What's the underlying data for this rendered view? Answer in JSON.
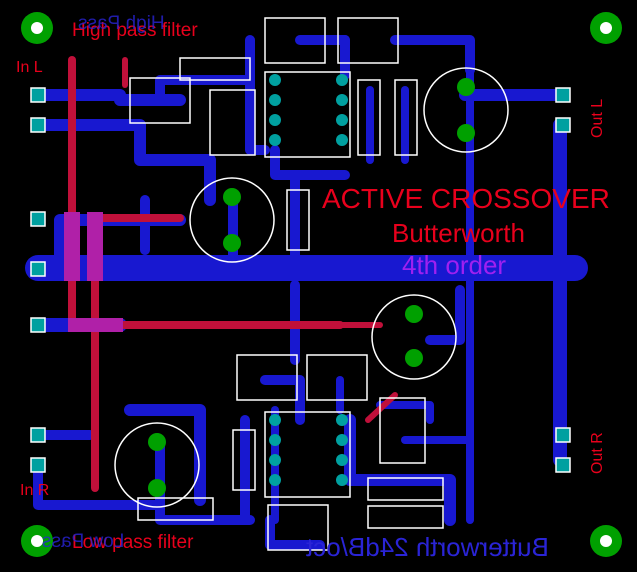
{
  "colors": {
    "background": "#000000",
    "top_copper": "#1818d0",
    "bottom_copper": "#c0103a",
    "mounting_hole": "#00a000",
    "pad": "#00a0a0",
    "silkscreen": "#ffffff"
  },
  "labels": {
    "high_pass_filter": "High pass filter",
    "high_pass_filter_mirrored": "High Pass",
    "low_pass_filter": "Low pass filter",
    "low_pass_filter_mirrored": "Low Pass",
    "in_left": "In L",
    "in_right": "In R",
    "out_left": "Out L",
    "out_right": "Out R",
    "title": "ACTIVE CROSSOVER",
    "subtitle_1": "Butterworth",
    "subtitle_2": "4th order",
    "bottom_mirrored": "Butterworth 24dB/oct"
  }
}
